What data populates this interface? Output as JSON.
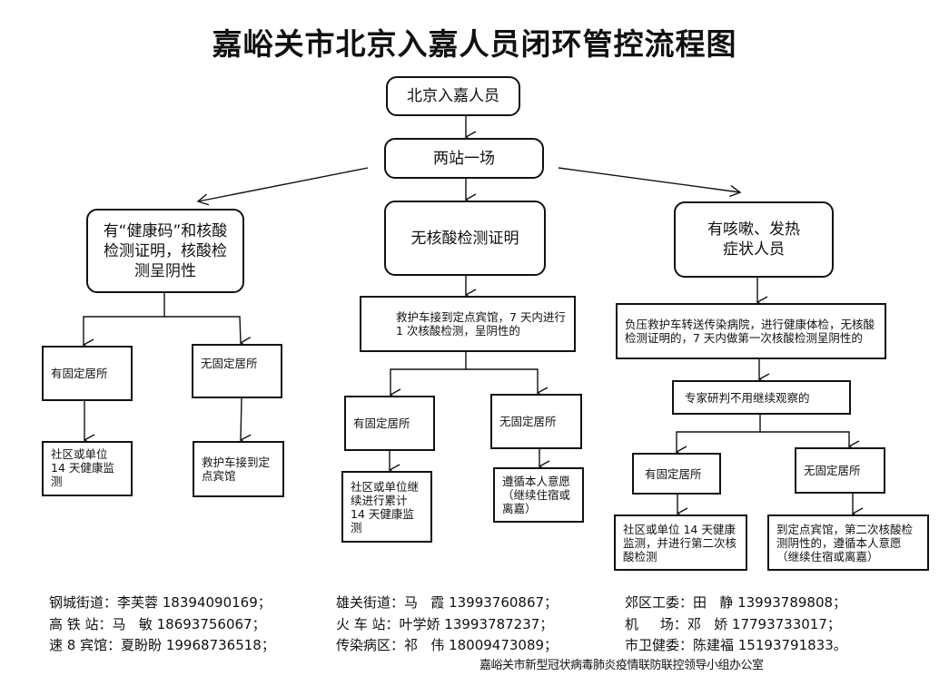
{
  "title": "嘉峪关市北京入嘉人员闭环管控流程图",
  "nodes": {
    "start": "北京入嘉人员",
    "stations": "两站一场",
    "branch_left": "有“健康码”和核酸检测证明，核酸检测呈阴性",
    "branch_mid": "无核酸检测证明",
    "branch_right": "有咳嗽、发热症状人员",
    "left_fixed": "有固定居所",
    "left_nofixed": "无固定居所",
    "left_fixed_action": "社区或单位 14 天健康监测",
    "left_nofixed_action": "救护车接到定点宾馆",
    "mid_step": "救护车接到定点宾馆，7 天内进行 1 次核酸检测，呈阴性的",
    "mid_fixed": "有固定居所",
    "mid_nofixed": "无固定居所",
    "mid_fixed_action": "社区或单位继续进行累计 14 天健康监测",
    "mid_nofixed_action": "遵循本人意愿（继续住宿或离嘉）",
    "right_step": "负压救护车转送传染病院，进行健康体检，无核酸检测证明的，7 天内做第一次核酸检测呈阴性的",
    "right_expert": "专家研判不用继续观察的",
    "right_fixed": "有固定居所",
    "right_nofixed": "无固定居所",
    "right_fixed_action": "社区或单位 14 天健康监测，并进行第二次核酸检测",
    "right_nofixed_action": "到定点宾馆，第二次核酸检测阴性的，遵循本人意愿（继续住宿或离嘉）"
  },
  "contacts": [
    "钢城街道：李芙蓉 18394090169；",
    "高 铁 站：马   敏 18693756067；",
    "速 8 宾馆：夏盼盼 19968736518；",
    "雄关街道：马   霞 13993760867；",
    "火 车 站：叶学娇 13993787237；",
    "传染病区：祁   伟 18009473089；",
    "郊区工委：田   静 13993789808；",
    "机     场：邓   娇 17793733017；",
    "市卫健委：陈建福 15193791833。"
  ],
  "office": "嘉峪关市新型冠状病毒肺炎疫情联防联控领导小组办公室"
}
